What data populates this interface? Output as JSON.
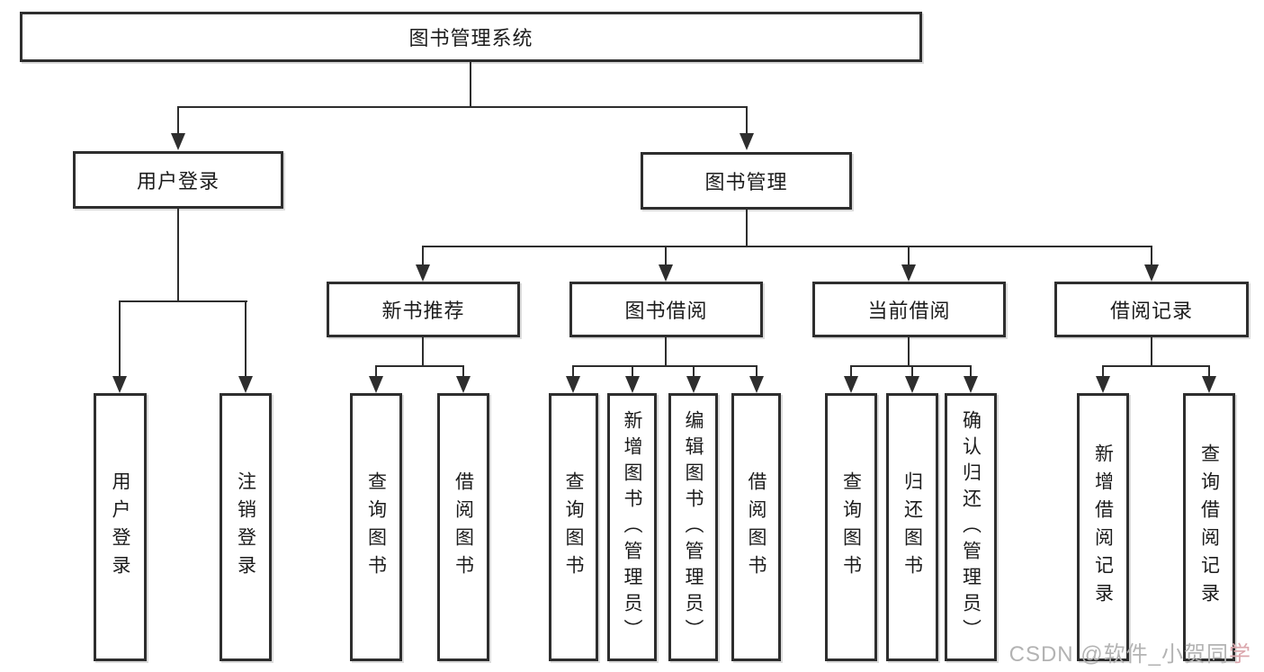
{
  "diagram": {
    "title": "图书管理系统",
    "branches": {
      "user_login": {
        "label": "用户登录",
        "children": [
          "用户登录",
          "注销登录"
        ]
      },
      "book_mgmt": {
        "label": "图书管理",
        "sections": [
          {
            "label": "新书推荐",
            "children": [
              "查询图书",
              "借阅图书"
            ]
          },
          {
            "label": "图书借阅",
            "children": [
              "查询图书",
              "新增图书（管理员）",
              "编辑图书（管理员）",
              "借阅图书"
            ]
          },
          {
            "label": "当前借阅",
            "children": [
              "查询图书",
              "归还图书",
              "确认归还（管理员）"
            ]
          },
          {
            "label": "借阅记录",
            "children": [
              "新增借阅记录",
              "查询借阅记录"
            ]
          }
        ]
      }
    },
    "line_color": "#2e2e2e",
    "box_background": "#ffffff"
  },
  "watermark": {
    "prefix": "CSDN @软件_小贺同",
    "suffix": "学"
  }
}
